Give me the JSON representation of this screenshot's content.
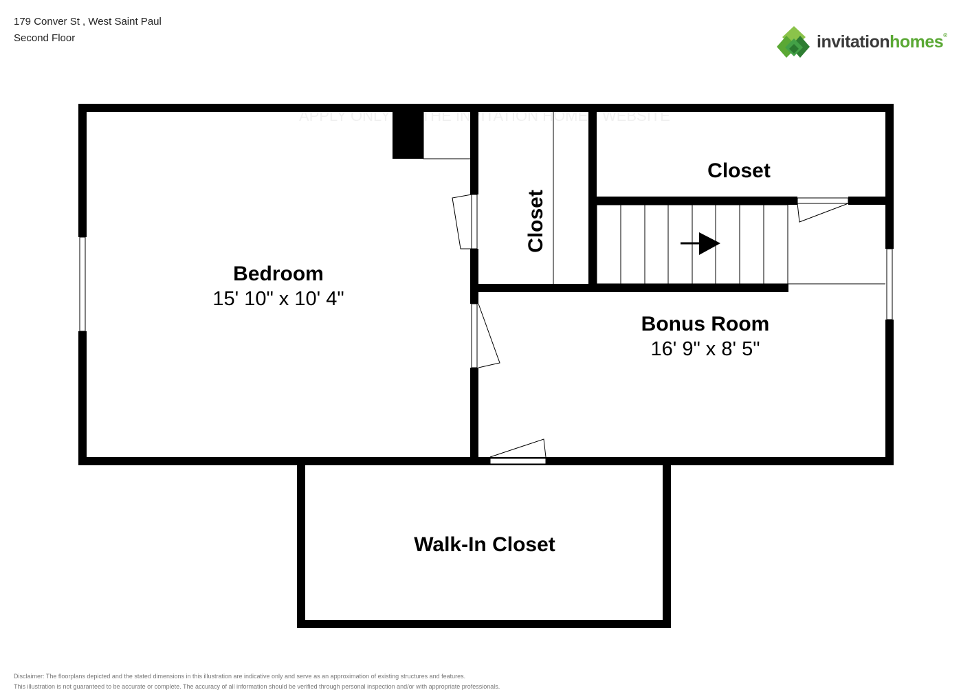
{
  "header": {
    "address": "179 Conver St , West Saint Paul",
    "floor": "Second Floor"
  },
  "logo": {
    "word1": "invitation",
    "word2": "homes",
    "trademark": "®",
    "colors": {
      "green": "#5aa834",
      "dark_green": "#2e7d32",
      "light_green": "#8bc34a",
      "text": "#3a3a3a"
    }
  },
  "watermark": "APPLY ONLY ON THE INVITATION HOMES WEBSITE",
  "rooms": {
    "bedroom": {
      "name": "Bedroom",
      "dims": "15' 10\" x 10' 4\""
    },
    "bonus": {
      "name": "Bonus Room",
      "dims": "16' 9\" x 8' 5\""
    },
    "closet_vertical": {
      "name": "Closet"
    },
    "closet_top_right": {
      "name": "Closet"
    },
    "walk_in": {
      "name": "Walk-In Closet"
    }
  },
  "disclaimer": {
    "line1": "Disclaimer: The floorplans depicted and the stated dimensions in this illustration are indicative only and serve as an approximation of existing structures and features.",
    "line2": "This illustration is not guaranteed to be accurate or complete. The accuracy of all information should be verified through personal inspection and/or with appropriate professionals."
  }
}
